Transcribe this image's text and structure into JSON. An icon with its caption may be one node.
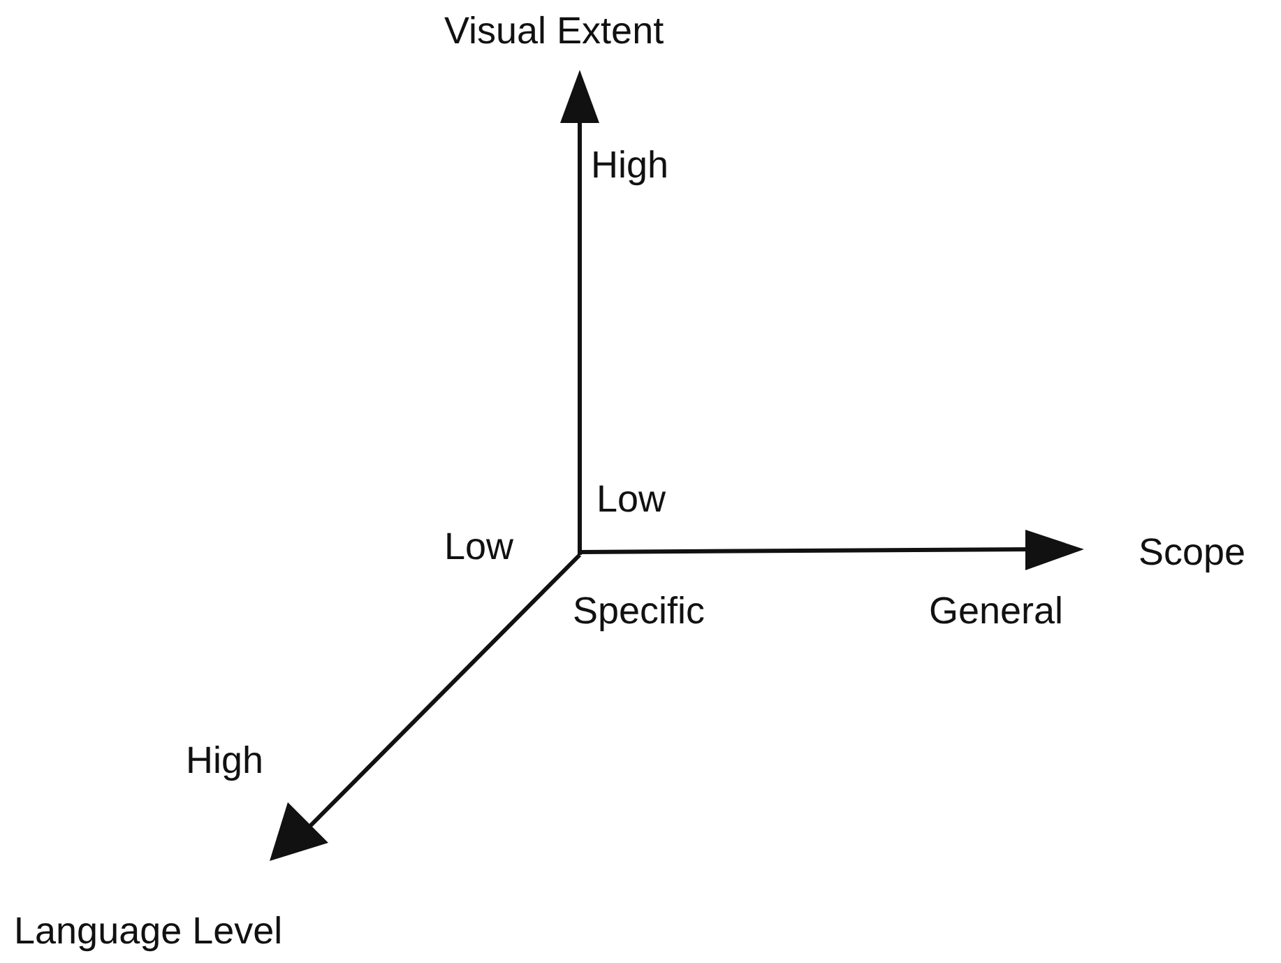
{
  "diagram": {
    "labels": [
      "Visual Extent",
      "High",
      "Low",
      "Low",
      "Scope",
      "Specific",
      "General",
      "High",
      "Language Level"
    ]
  }
}
